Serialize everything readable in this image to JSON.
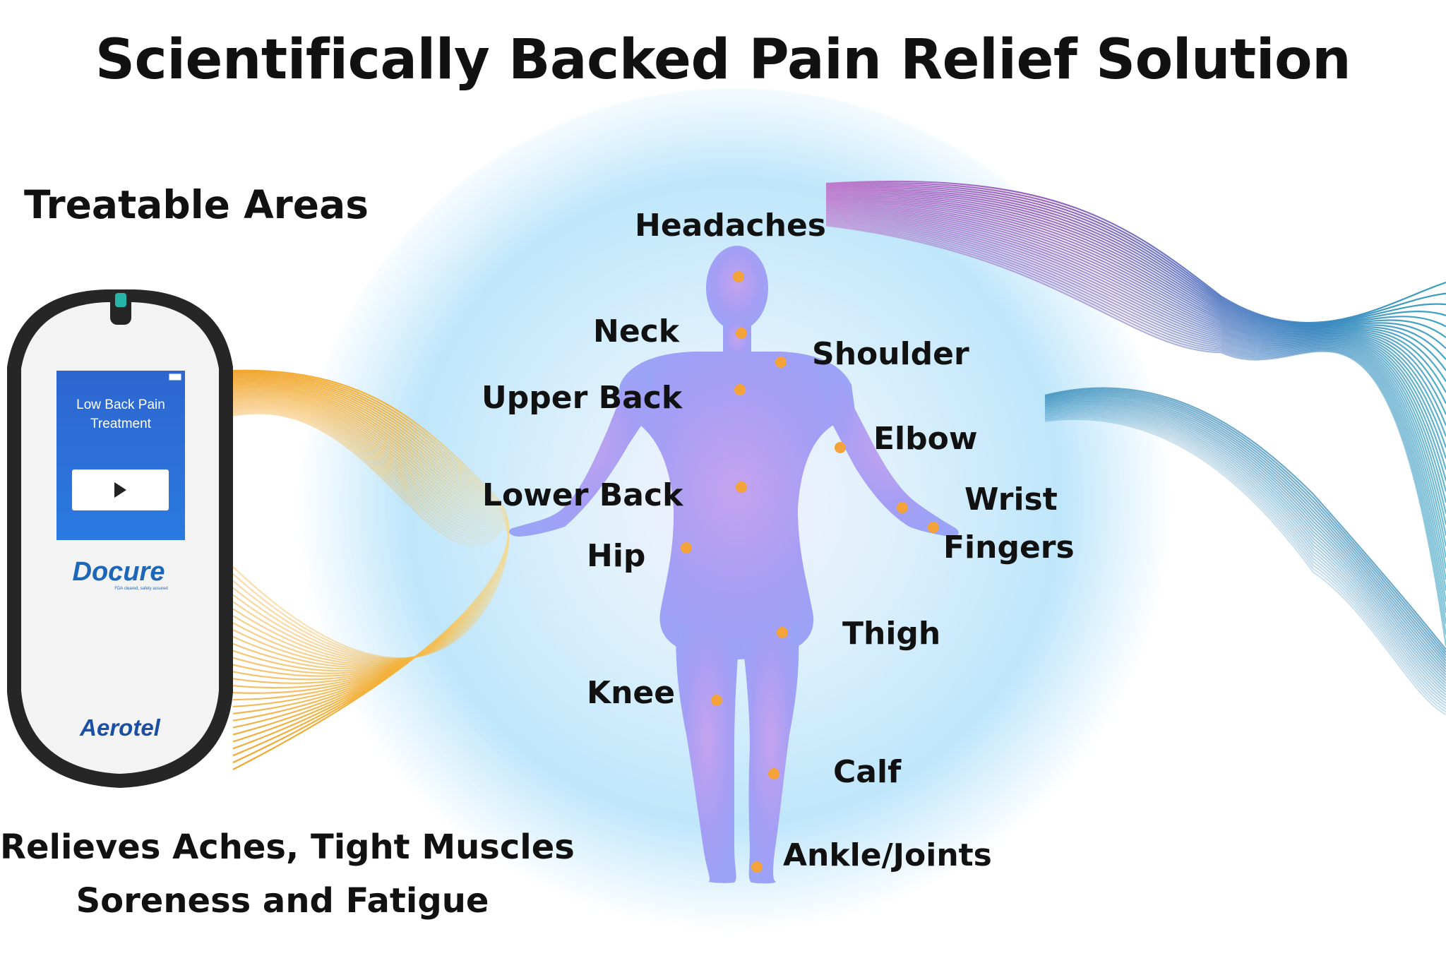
{
  "title": "Scientifically Backed Pain Relief Solution",
  "section_title": "Treatable Areas",
  "tagline": {
    "line1": "Relieves Aches, Tight Muscles",
    "line2": "Soreness and Fatigue"
  },
  "device": {
    "screen_title": "Low Back Pain Treatment",
    "brand": "Docure",
    "maker": "Aerotel"
  },
  "areas": [
    "Headaches",
    "Neck",
    "Shoulder",
    "Upper Back",
    "Elbow",
    "Lower Back",
    "Wrist",
    "Fingers",
    "Hip",
    "Thigh",
    "Knee",
    "Calf",
    "Ankle/Joints"
  ],
  "colors": {
    "marker": "#f4a23a",
    "body": "#a79ff5",
    "glow": "#bfe6fb",
    "wave_warm": "#f2a81f",
    "wave_purple": "#9b48b4",
    "wave_teal": "#1d8eb4",
    "device_screen": "#2b6fd6",
    "device_frame": "#2a2a2a"
  }
}
